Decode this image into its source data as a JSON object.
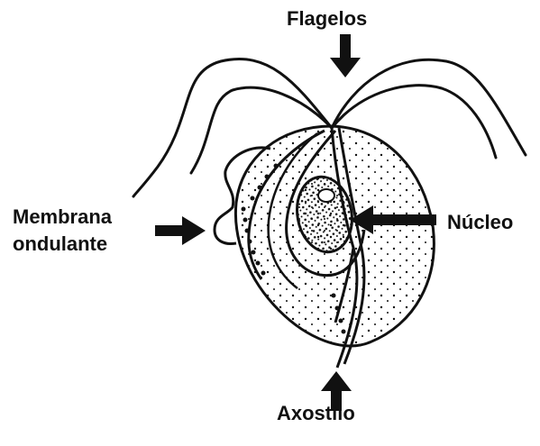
{
  "diagram": {
    "labels": {
      "flagelos": "Flagelos",
      "membrana_line1": "Membrana",
      "membrana_line2": "ondulante",
      "nucleo": "Núcleo",
      "axostilo": "Axostilo"
    },
    "colors": {
      "ink": "#111111",
      "background": "#ffffff"
    }
  }
}
